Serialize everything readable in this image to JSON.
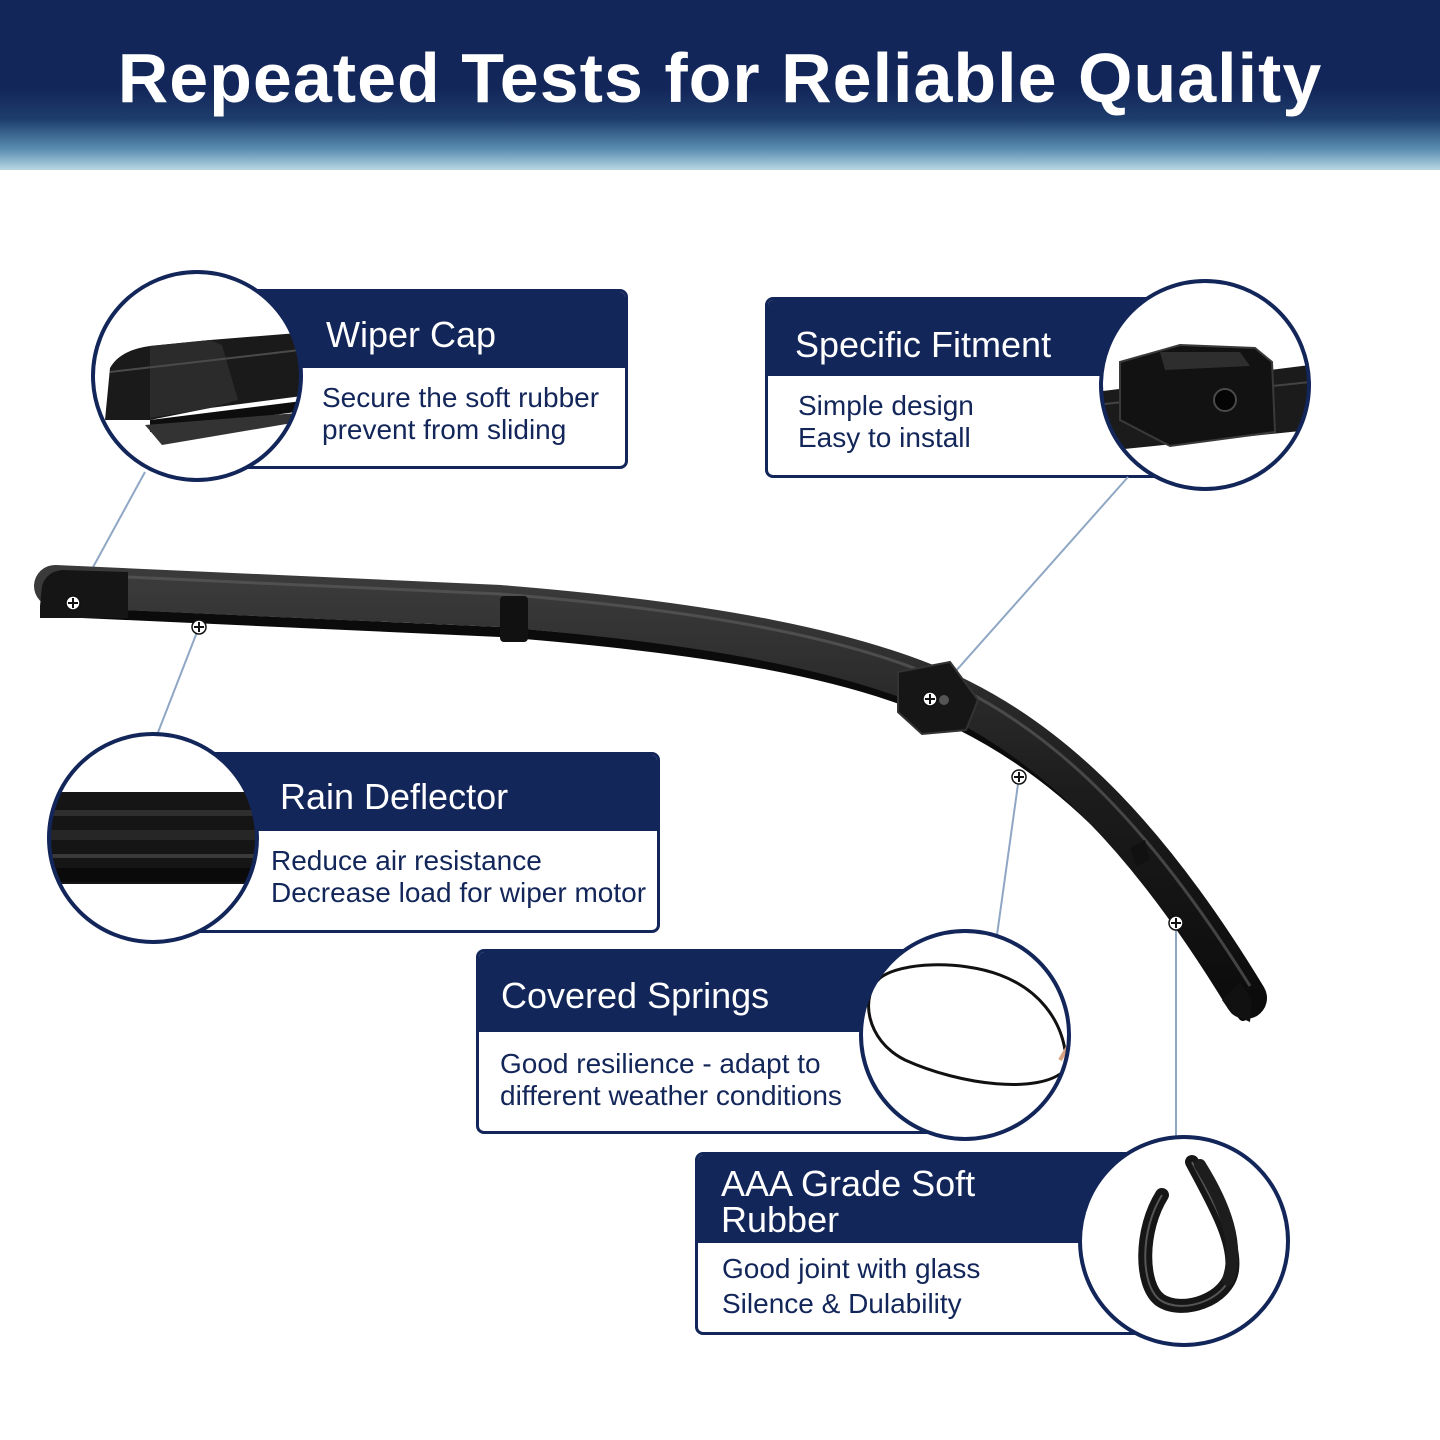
{
  "banner": {
    "title": "Repeated Tests for Reliable Quality"
  },
  "colors": {
    "navy": "#13265a",
    "leader_line": "#8fa7c4",
    "blade": "#1a1a1a"
  },
  "features": {
    "wiper_cap": {
      "title": "Wiper Cap",
      "lines": [
        "Secure the soft rubber",
        "prevent from sliding"
      ],
      "icon": "wiper-cap-closeup"
    },
    "specific_fitment": {
      "title": "Specific Fitment",
      "lines": [
        "Simple design",
        "Easy to install"
      ],
      "icon": "adapter-closeup"
    },
    "rain_deflector": {
      "title": "Rain Deflector",
      "lines": [
        "Reduce air resistance",
        "Decrease load for wiper motor"
      ],
      "icon": "deflector-closeup"
    },
    "covered_springs": {
      "title": "Covered Springs",
      "lines": [
        "Good resilience - adapt to",
        "different weather conditions"
      ],
      "icon": "spring-closeup"
    },
    "soft_rubber": {
      "title_lines": [
        "AAA Grade Soft",
        "Rubber"
      ],
      "lines": [
        "Good joint with glass",
        "Silence & Dulability"
      ],
      "icon": "rubber-strip-closeup"
    }
  }
}
